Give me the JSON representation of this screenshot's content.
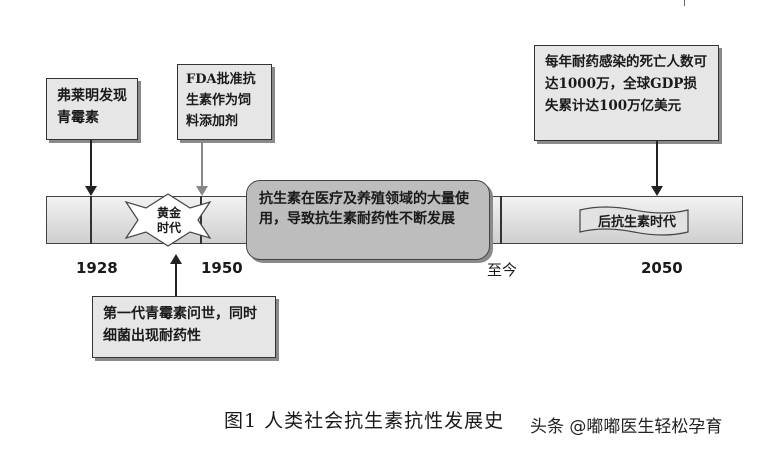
{
  "boxes": {
    "fleming": "弗莱明发现青霉素",
    "fda": "FDA批准抗生素作为饲料添加剂",
    "deaths": "每年耐药感染的死亡人数可达1000万，全球GDP损失累计达100万亿美元",
    "first_gen": "第一代青霉素问世，同时细菌出现耐药性",
    "widespread": "抗生素在医疗及养殖领域的大量使用，导致抗生素耐药性不断发展"
  },
  "timeline": {
    "golden_age": "黄金时代",
    "post_antibiotic": "后抗生素时代",
    "years": [
      "1928",
      "1950",
      "至今",
      "2050"
    ]
  },
  "caption": "图1 人类社会抗生素抗性发展史",
  "watermark": "头条 @嘟嘟医生轻松孕育"
}
